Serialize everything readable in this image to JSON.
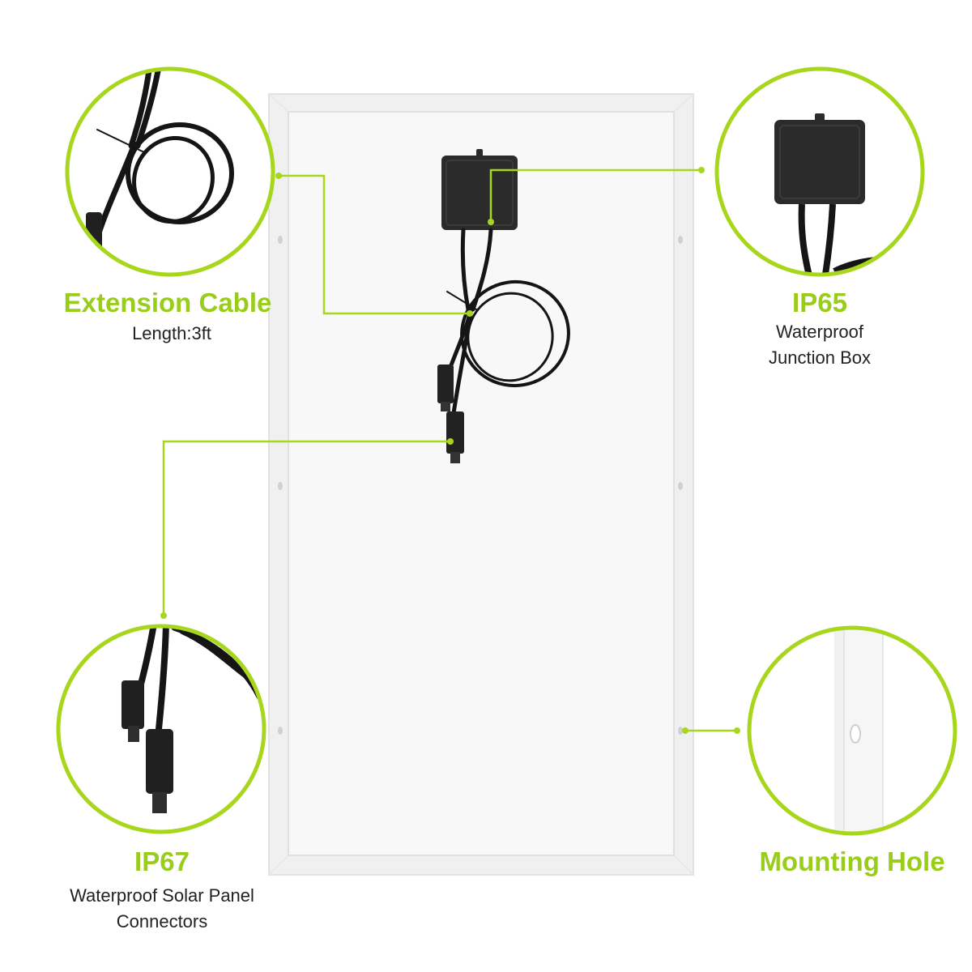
{
  "theme": {
    "accent": "#9acd1a",
    "frame": "#f2f2f2",
    "panel": "#f7f7f7",
    "device": "#2b2b2b"
  },
  "callouts": {
    "extension_cable": {
      "title": "Extension Cable",
      "subtitle": "Length:3ft",
      "icon": "cable-icon"
    },
    "ip65": {
      "title": "IP65",
      "subtitle_line1": "Waterproof",
      "subtitle_line2": "Junction Box",
      "icon": "junction-box-icon"
    },
    "ip67": {
      "title": "IP67",
      "subtitle_line1": "Waterproof Solar Panel",
      "subtitle_line2": "Connectors",
      "icon": "connector-icon"
    },
    "mounting_hole": {
      "title": "Mounting Hole",
      "icon": "mounting-hole-icon"
    }
  }
}
